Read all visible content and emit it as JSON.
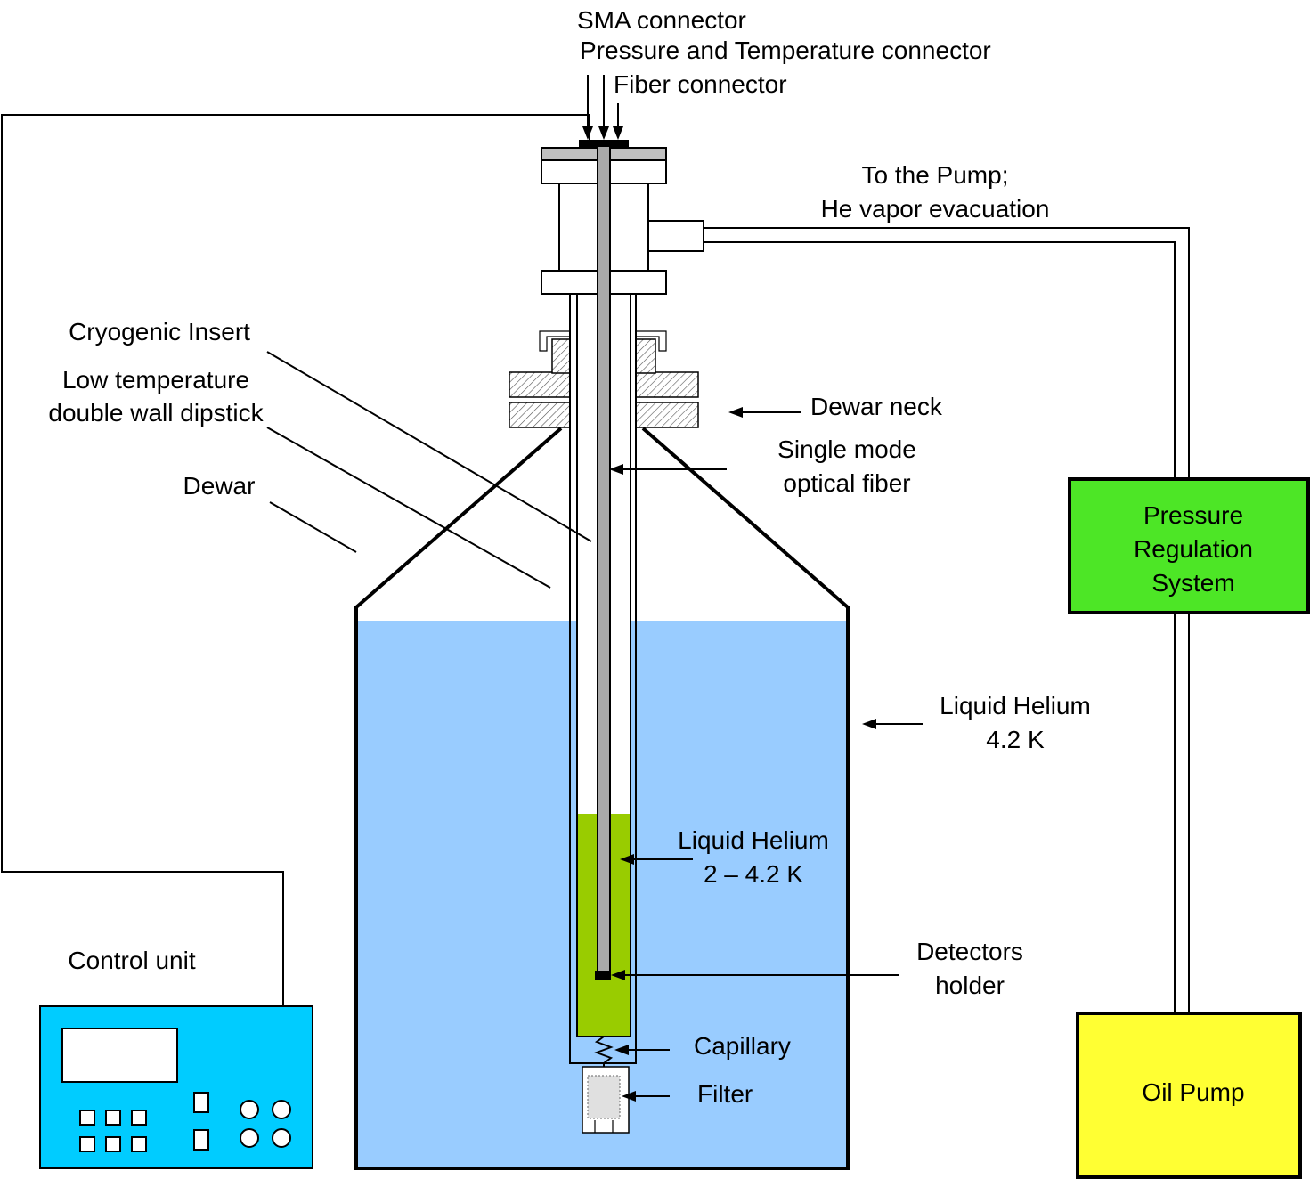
{
  "labels": {
    "sma_connector": "SMA connector",
    "pt_connector": "Pressure and Temperature connector",
    "fiber_connector": "Fiber connector",
    "to_pump_1": "To the Pump;",
    "to_pump_2": "He vapor evacuation",
    "cryogenic_insert": "Cryogenic Insert",
    "dipstick_1": "Low temperature",
    "dipstick_2": "double wall dipstick",
    "dewar": "Dewar",
    "dewar_neck": "Dewar neck",
    "fiber_1": "Single mode",
    "fiber_2": "optical fiber",
    "lhe_outer_1": "Liquid Helium",
    "lhe_outer_2": "4.2 K",
    "lhe_inner_1": "Liquid Helium",
    "lhe_inner_2": "2 – 4.2 K",
    "detectors_1": "Detectors",
    "detectors_2": "holder",
    "capillary": "Capillary",
    "filter": "Filter",
    "control_unit": "Control unit",
    "prs_1": "Pressure",
    "prs_2": "Regulation",
    "prs_3": "System",
    "oil_pump": "Oil Pump"
  },
  "colors": {
    "liquid_helium_outer": "#99ccff",
    "liquid_helium_inner": "#99cc00",
    "pressure_regulation_box": "#4de626",
    "oil_pump_box": "#ffff33",
    "control_unit_box": "#00ccff",
    "hatch_gray": "#888888"
  }
}
